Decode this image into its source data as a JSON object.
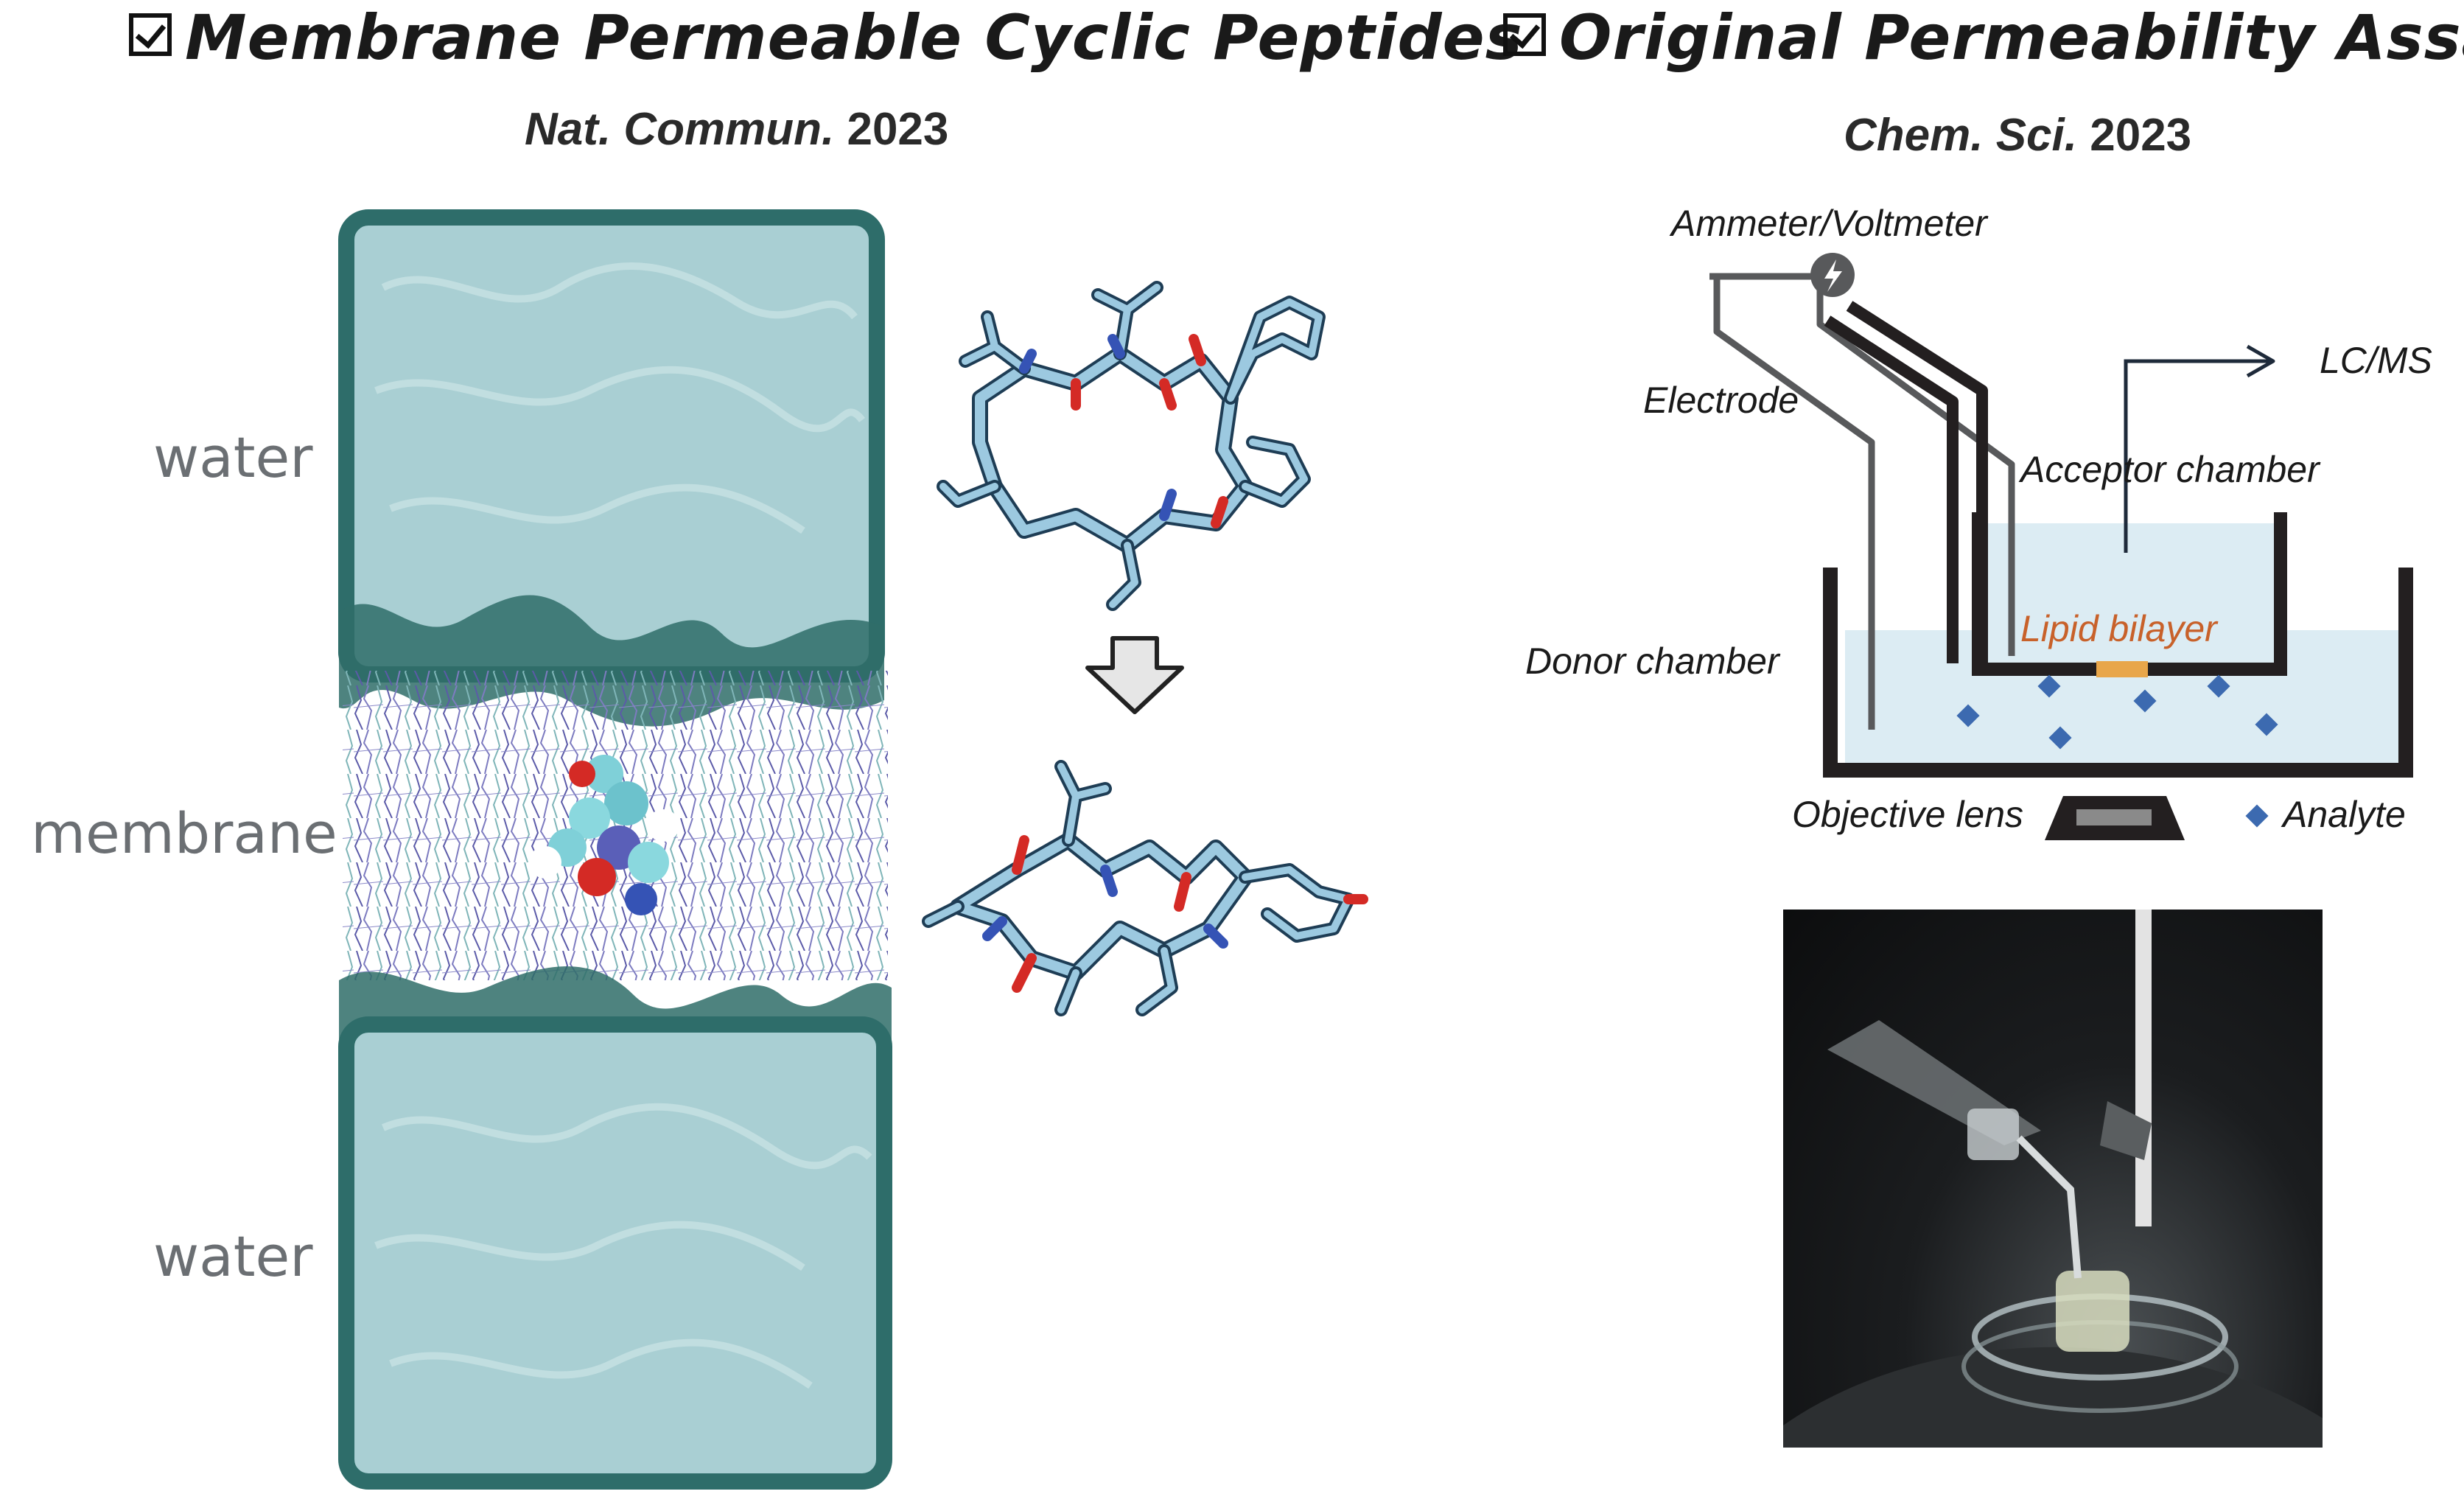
{
  "left_panel": {
    "heading": "Membrane Permeable Cyclic Peptides",
    "citation": {
      "journal": "Nat. Commun.",
      "year": "2023"
    },
    "labels": {
      "water_top": "water",
      "membrane": "membrane",
      "water_bottom": "water"
    }
  },
  "right_panel": {
    "heading": "Original Permeability Assay",
    "citation": {
      "journal": "Chem. Sci.",
      "year": "2023"
    },
    "schematic": {
      "meter": "Ammeter/Voltmeter",
      "electrode": "Electrode",
      "lcms": "LC/MS",
      "acceptor": "Acceptor chamber",
      "donor": "Donor chamber",
      "lipid": "Lipid bilayer",
      "objective": "Objective lens",
      "analyte": "Analyte"
    }
  },
  "colors": {
    "water": "#a9cfd3",
    "box_edge": "#2e6d6a",
    "membrane_lipid": "#5b5aa8",
    "peptide_carbon": "#9cc9e0",
    "oxygen": "#d42a25",
    "nitrogen": "#3553b5",
    "buffer": "#dcecf3",
    "lipid_bilayer": "#e8a64a",
    "analyte": "#3c6ab0",
    "label_orange": "#c8612a"
  }
}
